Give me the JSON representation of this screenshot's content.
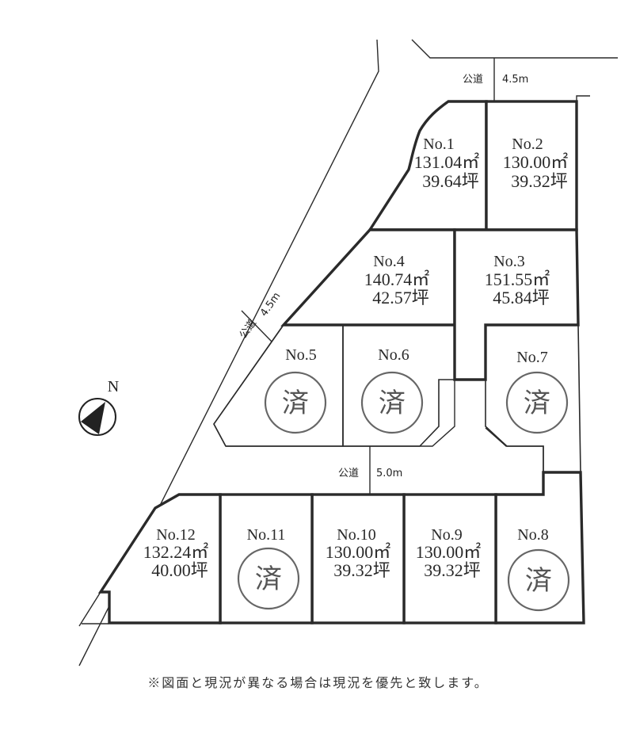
{
  "roads": [
    {
      "id": "north-road",
      "label": "公道",
      "width": "4.5m"
    },
    {
      "id": "diagonal-road",
      "label": "公道",
      "width": "4.5m"
    },
    {
      "id": "center-road",
      "label": "公道",
      "width": "5.0m"
    }
  ],
  "compass": {
    "label": "N"
  },
  "sold_mark": "済",
  "lots": [
    {
      "no": "No.1",
      "area_m2": "131.04㎡",
      "area_tsubo": "39.64坪",
      "sold": false
    },
    {
      "no": "No.2",
      "area_m2": "130.00㎡",
      "area_tsubo": "39.32坪",
      "sold": false
    },
    {
      "no": "No.3",
      "area_m2": "151.55㎡",
      "area_tsubo": "45.84坪",
      "sold": false
    },
    {
      "no": "No.4",
      "area_m2": "140.74㎡",
      "area_tsubo": "42.57坪",
      "sold": false
    },
    {
      "no": "No.5",
      "sold": true
    },
    {
      "no": "No.6",
      "sold": true
    },
    {
      "no": "No.7",
      "sold": true
    },
    {
      "no": "No.8",
      "sold": true
    },
    {
      "no": "No.9",
      "area_m2": "130.00㎡",
      "area_tsubo": "39.32坪",
      "sold": false
    },
    {
      "no": "No.10",
      "area_m2": "130.00㎡",
      "area_tsubo": "39.32坪",
      "sold": false
    },
    {
      "no": "No.11",
      "sold": true
    },
    {
      "no": "No.12",
      "area_m2": "132.24㎡",
      "area_tsubo": "40.00坪",
      "sold": false
    }
  ],
  "note": "※図面と現況が異なる場合は現況を優先と致します。"
}
